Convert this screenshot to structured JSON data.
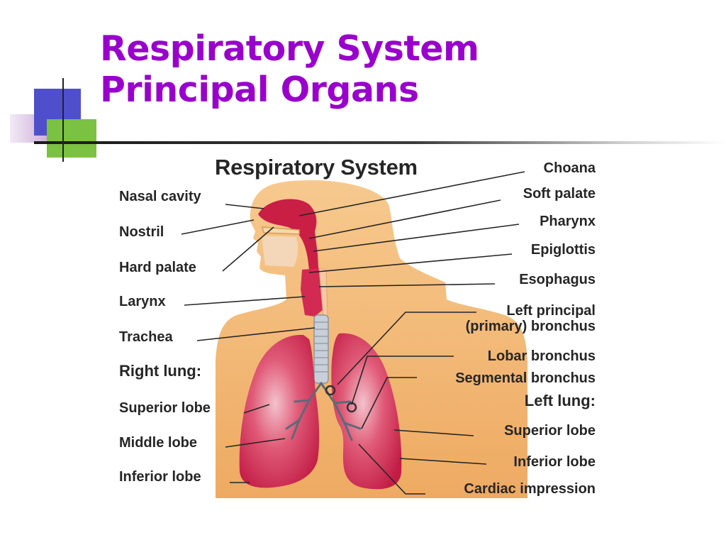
{
  "slide": {
    "title_line1": "Respiratory System",
    "title_line2": "Principal Organs"
  },
  "diagram": {
    "title": "Respiratory System",
    "left_labels": [
      {
        "id": "nasal-cavity",
        "text": "Nasal cavity"
      },
      {
        "id": "nostril",
        "text": "Nostril"
      },
      {
        "id": "hard-palate",
        "text": "Hard palate"
      },
      {
        "id": "larynx",
        "text": "Larynx"
      },
      {
        "id": "trachea",
        "text": "Trachea"
      }
    ],
    "right_lung_heading": "Right lung:",
    "right_lung_labels": [
      {
        "id": "superior-lobe-right",
        "text": "Superior lobe"
      },
      {
        "id": "middle-lobe",
        "text": "Middle lobe"
      },
      {
        "id": "inferior-lobe-right",
        "text": "Inferior lobe"
      }
    ],
    "right_labels": [
      {
        "id": "choana",
        "text": "Choana"
      },
      {
        "id": "soft-palate",
        "text": "Soft palate"
      },
      {
        "id": "pharynx",
        "text": "Pharynx"
      },
      {
        "id": "epiglottis",
        "text": "Epiglottis"
      },
      {
        "id": "esophagus",
        "text": "Esophagus"
      },
      {
        "id": "left-principal-bronchus",
        "text": "Left principal",
        "text2": "(primary) bronchus"
      },
      {
        "id": "lobar-bronchus",
        "text": "Lobar bronchus"
      },
      {
        "id": "segmental-bronchus",
        "text": "Segmental bronchus"
      }
    ],
    "left_lung_heading": "Left lung:",
    "left_lung_labels": [
      {
        "id": "superior-lobe-left",
        "text": "Superior lobe"
      },
      {
        "id": "inferior-lobe-left",
        "text": "Inferior lobe"
      },
      {
        "id": "cardiac-impression",
        "text": "Cardiac impression"
      }
    ],
    "colors": {
      "title": "#9900cc",
      "skin": "#f2b774",
      "lung": "#d4284f",
      "airway": "#c91f45",
      "label": "#262626"
    }
  }
}
